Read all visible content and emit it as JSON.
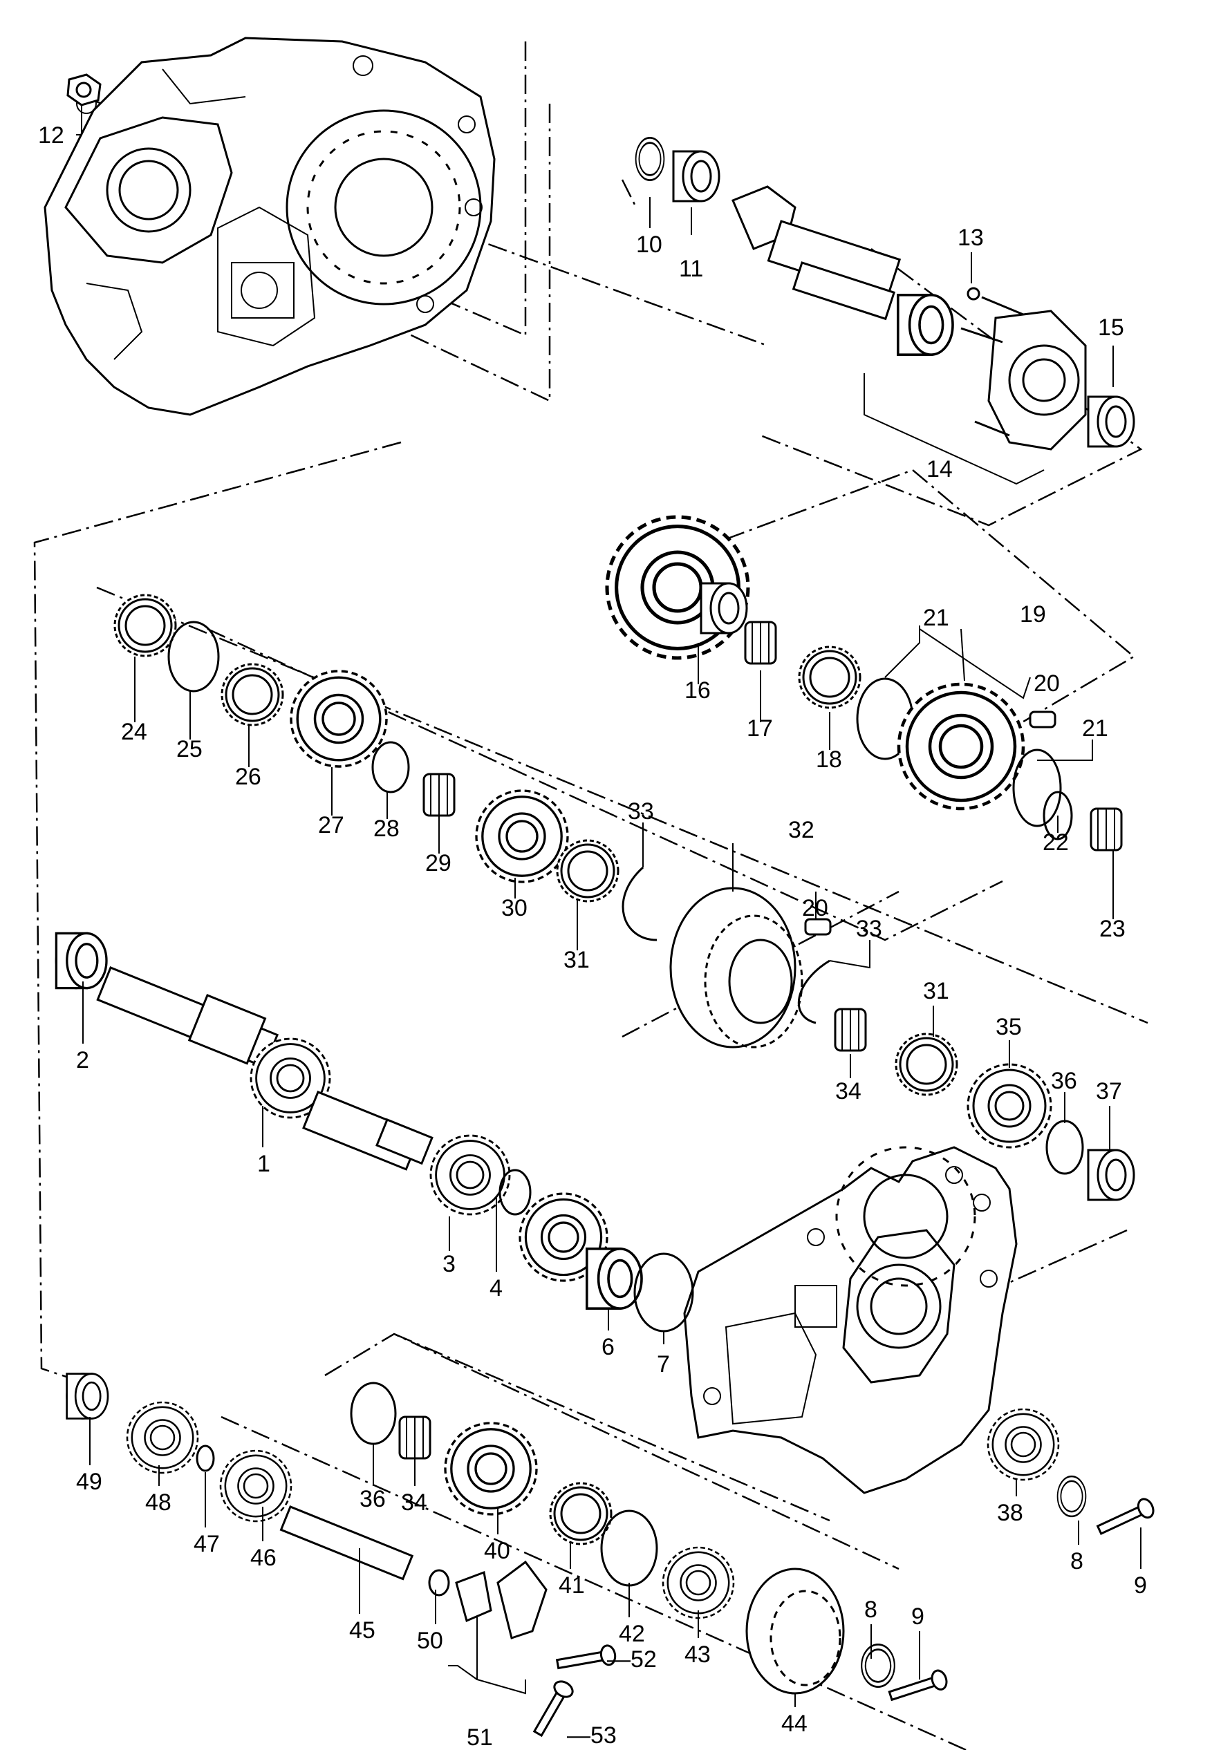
{
  "diagram": {
    "callouts": [
      {
        "id": "12",
        "text": "12"
      },
      {
        "id": "10",
        "text": "10"
      },
      {
        "id": "11",
        "text": "11"
      },
      {
        "id": "13",
        "text": "13"
      },
      {
        "id": "15",
        "text": "15"
      },
      {
        "id": "14",
        "text": "14"
      },
      {
        "id": "16",
        "text": "16"
      },
      {
        "id": "17",
        "text": "17"
      },
      {
        "id": "18",
        "text": "18"
      },
      {
        "id": "21a",
        "text": "21"
      },
      {
        "id": "19",
        "text": "19"
      },
      {
        "id": "20a",
        "text": "20"
      },
      {
        "id": "21b",
        "text": "21"
      },
      {
        "id": "22",
        "text": "22"
      },
      {
        "id": "23",
        "text": "23"
      },
      {
        "id": "24",
        "text": "24"
      },
      {
        "id": "25",
        "text": "25"
      },
      {
        "id": "26",
        "text": "26"
      },
      {
        "id": "27",
        "text": "27"
      },
      {
        "id": "28",
        "text": "28"
      },
      {
        "id": "29",
        "text": "29"
      },
      {
        "id": "30",
        "text": "30"
      },
      {
        "id": "31a",
        "text": "31"
      },
      {
        "id": "33a",
        "text": "33"
      },
      {
        "id": "32",
        "text": "32"
      },
      {
        "id": "20b",
        "text": "20"
      },
      {
        "id": "33b",
        "text": "33"
      },
      {
        "id": "31b",
        "text": "31"
      },
      {
        "id": "35",
        "text": "35"
      },
      {
        "id": "36a",
        "text": "36"
      },
      {
        "id": "37",
        "text": "37"
      },
      {
        "id": "34a",
        "text": "34"
      },
      {
        "id": "2",
        "text": "2"
      },
      {
        "id": "1",
        "text": "1"
      },
      {
        "id": "3",
        "text": "3"
      },
      {
        "id": "4",
        "text": "4"
      },
      {
        "id": "6",
        "text": "6"
      },
      {
        "id": "7",
        "text": "7"
      },
      {
        "id": "49",
        "text": "49"
      },
      {
        "id": "48",
        "text": "48"
      },
      {
        "id": "47",
        "text": "47"
      },
      {
        "id": "46",
        "text": "46"
      },
      {
        "id": "36b",
        "text": "36"
      },
      {
        "id": "34b",
        "text": "34"
      },
      {
        "id": "40",
        "text": "40"
      },
      {
        "id": "41",
        "text": "41"
      },
      {
        "id": "42",
        "text": "42"
      },
      {
        "id": "45",
        "text": "45"
      },
      {
        "id": "50",
        "text": "50"
      },
      {
        "id": "51",
        "text": "51"
      },
      {
        "id": "52",
        "text": "—52"
      },
      {
        "id": "53",
        "text": "—53"
      },
      {
        "id": "43",
        "text": "43"
      },
      {
        "id": "44",
        "text": "44"
      },
      {
        "id": "8a",
        "text": "8"
      },
      {
        "id": "9a",
        "text": "9"
      },
      {
        "id": "38",
        "text": "38"
      },
      {
        "id": "8b",
        "text": "8"
      },
      {
        "id": "9b",
        "text": "9"
      }
    ]
  }
}
